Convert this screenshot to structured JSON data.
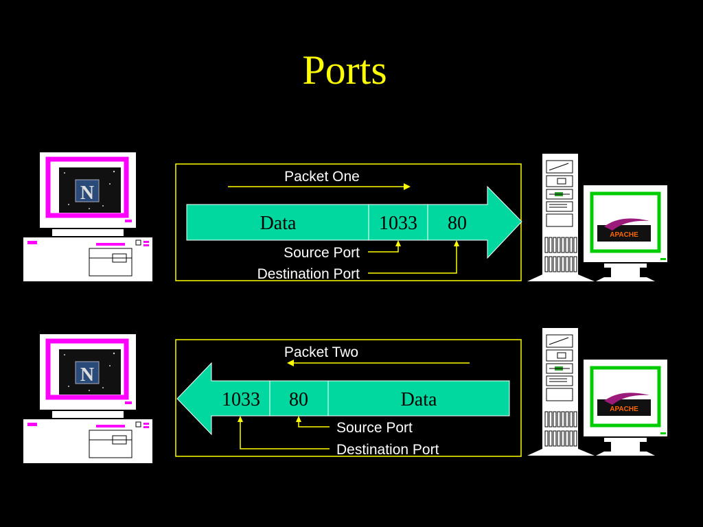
{
  "slide": {
    "title": "Ports",
    "colors": {
      "background": "#000000",
      "title": "#ffff00",
      "frame": "#ffff00",
      "packet_fill": "#00d8a0",
      "arrow_line": "#ffff00",
      "screen_border": "#ff00ff",
      "server_screen_border": "#00cc00"
    }
  },
  "packet_one": {
    "label": "Packet One",
    "direction": "right",
    "fields": [
      "Data",
      "1033",
      "80"
    ],
    "source_port_label": "Source Port",
    "destination_port_label": "Destination Port"
  },
  "packet_two": {
    "label": "Packet Two",
    "direction": "left",
    "fields": [
      "1033",
      "80",
      "Data"
    ],
    "source_port_label": "Source Port",
    "destination_port_label": "Destination Port"
  },
  "client": {
    "browser_logo_letter": "N"
  },
  "server": {
    "logo_text": "APACHE"
  }
}
